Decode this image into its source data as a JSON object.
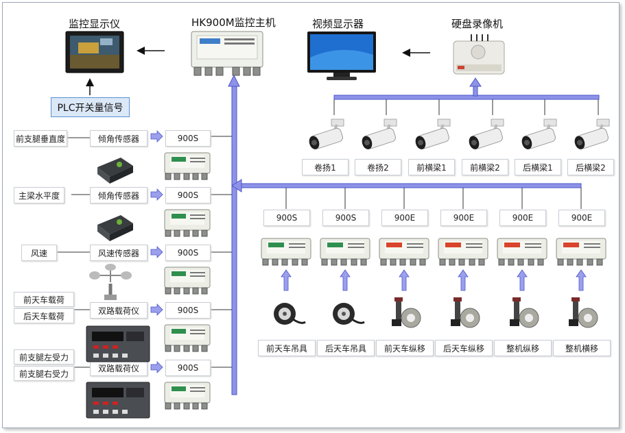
{
  "titles": {
    "monitor": "监控显示仪",
    "host": "HK900M监控主机",
    "video": "视频显示器",
    "recorder": "硬盘录像机"
  },
  "plc": "PLC开关量信号",
  "left_rows": [
    {
      "params": [
        "前支腿垂直度"
      ],
      "sensor": "倾角传感器",
      "module": "900S"
    },
    {
      "params": [
        "主梁水平度"
      ],
      "sensor": "倾角传感器",
      "module": "900S"
    },
    {
      "params": [
        "风速"
      ],
      "sensor": "风速传感器",
      "module": "900S"
    },
    {
      "params": [
        "前天车载荷",
        "后天车载荷"
      ],
      "sensor": "双路载荷仪",
      "module": "900S"
    },
    {
      "params": [
        "前支腿左受力",
        "前支腿右受力"
      ],
      "sensor": "双路载荷仪",
      "module": "900S"
    }
  ],
  "cameras": [
    "卷扬1",
    "卷扬2",
    "前横梁1",
    "前横梁2",
    "后横梁1",
    "后横梁2"
  ],
  "bottom_modules": [
    "900S",
    "900S",
    "900E",
    "900E",
    "900E",
    "900E"
  ],
  "bottom_labels": [
    "前天车吊具",
    "后天车吊具",
    "前天车纵移",
    "后天车纵移",
    "整机纵移",
    "整机横移"
  ],
  "colors": {
    "bus": "#8e93e8",
    "bus_edge": "#4a55c8",
    "module_green": "#2f8f4e",
    "module_red": "#d8442c",
    "plc_fill": "#dbe8f7"
  }
}
